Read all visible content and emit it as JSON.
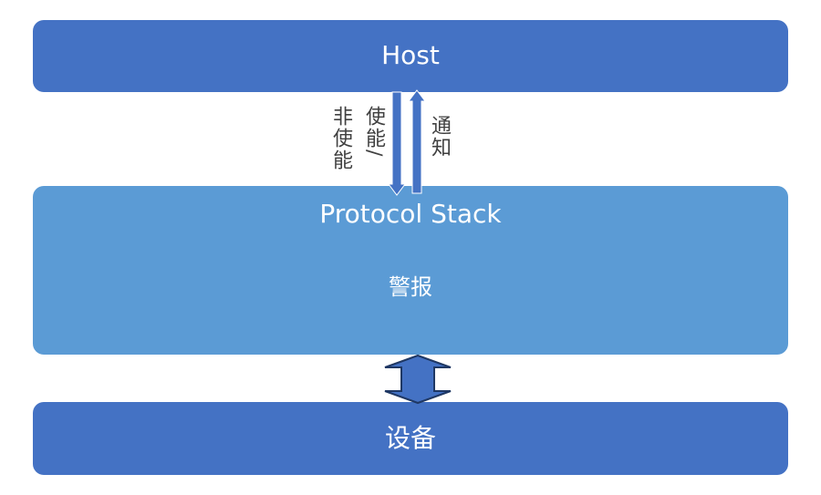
{
  "layers": {
    "host": "Host",
    "protocol_stack": "Protocol Stack",
    "alert": "警报",
    "device": "设备"
  },
  "arrows": {
    "down_label_part1": "使能/",
    "down_label_part2": "非使能",
    "up_label": "通知"
  },
  "colors": {
    "host_fill": "#4472c4",
    "stack_fill": "#5b9bd5",
    "device_fill": "#4472c4",
    "arrow_fill": "#4472c4",
    "arrow_stroke": "#1f3864",
    "text_dark": "#404040"
  }
}
